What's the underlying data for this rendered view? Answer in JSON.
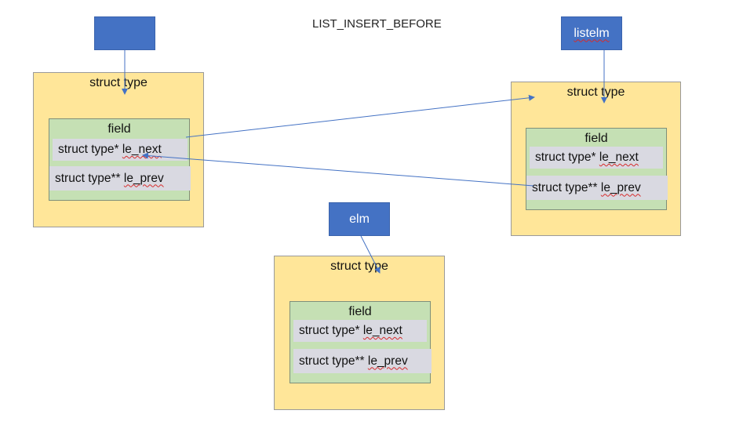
{
  "title": "LIST_INSERT_BEFORE",
  "pointers": {
    "head": "",
    "listelm": "listelm",
    "elm": "elm"
  },
  "nodes": {
    "left": {
      "struct_label": "struct type",
      "field_label": "field",
      "next": {
        "type": "struct type*",
        "name": "le_next"
      },
      "prev": {
        "type": "struct type**",
        "name": "le_prev"
      }
    },
    "right": {
      "struct_label": "struct type",
      "field_label": "field",
      "next": {
        "type": "struct type*",
        "name": "le_next"
      },
      "prev": {
        "type": "struct type**",
        "name": "le_prev"
      }
    },
    "middle": {
      "struct_label": "struct type",
      "field_label": "field",
      "next": {
        "type": "struct type*",
        "name": "le_next"
      },
      "prev": {
        "type": "struct type**",
        "name": "le_prev"
      }
    }
  },
  "colors": {
    "pointer_box": "#4472c4",
    "struct_box": "#ffe699",
    "field_box": "#c5e0b4",
    "member_box": "#d9d9e1",
    "arrow": "#4472c4"
  }
}
